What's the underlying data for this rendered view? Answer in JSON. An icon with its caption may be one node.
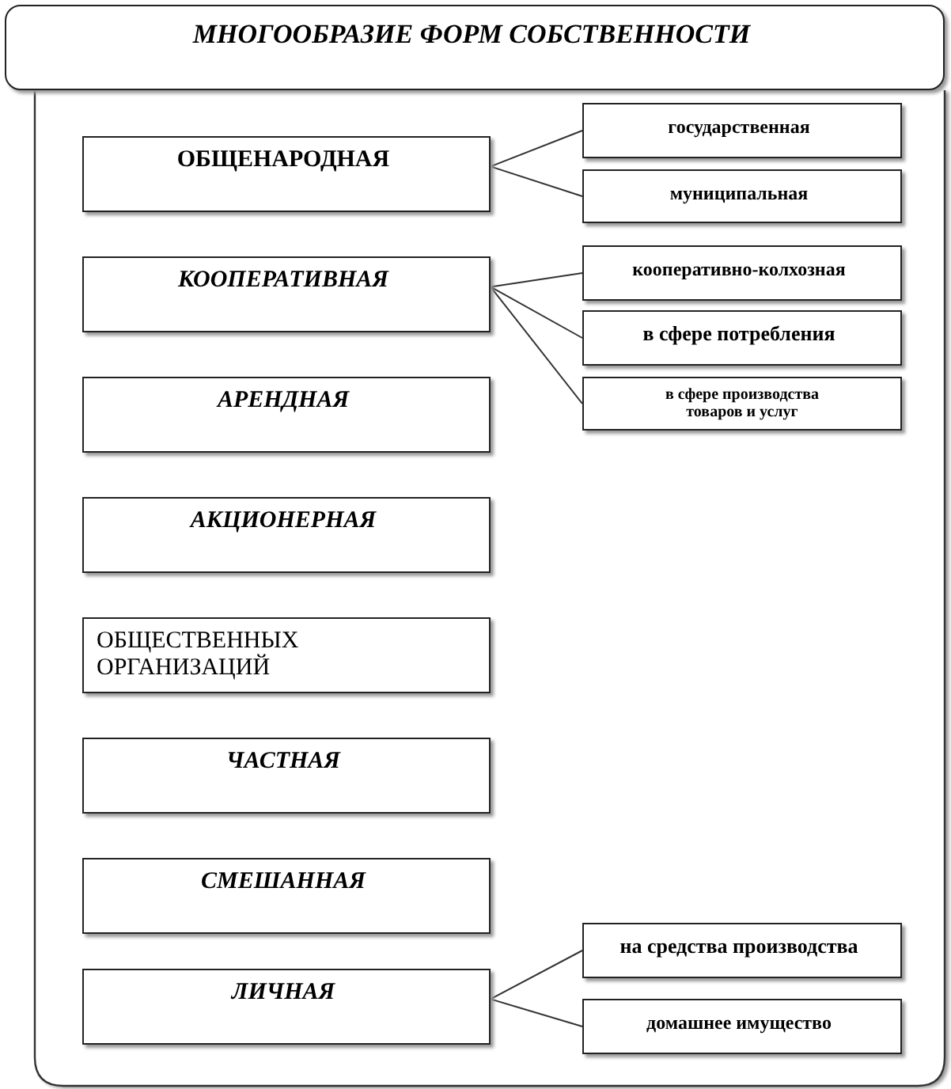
{
  "diagram": {
    "nodes": [
      {
        "text": [
          "МНОГООБРАЗИЕ ФОРМ СОБСТВЕННОСТИ"
        ]
      },
      {
        "text": [
          "ОБЩЕНАРОДНАЯ"
        ]
      },
      {
        "text": [
          "государственная"
        ]
      },
      {
        "text": [
          "муниципальная"
        ]
      },
      {
        "text": [
          "КООПЕРАТИВНАЯ"
        ]
      },
      {
        "text": [
          "кооперативно-колхозная"
        ]
      },
      {
        "text": [
          "в сфере потребления"
        ]
      },
      {
        "text": [
          "в сфере производства товаров и услуг"
        ]
      },
      {
        "text": [
          "АРЕНДНАЯ"
        ]
      },
      {
        "text": [
          "АКЦИОНЕРНАЯ"
        ]
      },
      {
        "text": [
          "ОБЩЕСТВЕННЫХ ОРГАНИЗАЦИЙ"
        ]
      },
      {
        "text": [
          "ЧАСТНАЯ"
        ]
      },
      {
        "text": [
          "СМЕШАННАЯ"
        ]
      },
      {
        "text": [
          "ЛИЧНАЯ"
        ]
      },
      {
        "text": [
          "на средства производства"
        ]
      },
      {
        "text": [
          "домашнее имущество"
        ]
      }
    ],
    "edges": [
      {
        "from": 1,
        "to": 2,
        "arrow": "none"
      },
      {
        "from": 1,
        "to": 3,
        "arrow": "none"
      },
      {
        "from": 4,
        "to": 5,
        "arrow": "none"
      },
      {
        "from": 4,
        "to": 6,
        "arrow": "none"
      },
      {
        "from": 4,
        "to": 7,
        "arrow": "none"
      },
      {
        "from": 13,
        "to": 14,
        "arrow": "none"
      },
      {
        "from": 13,
        "to": 15,
        "arrow": "none"
      }
    ]
  }
}
